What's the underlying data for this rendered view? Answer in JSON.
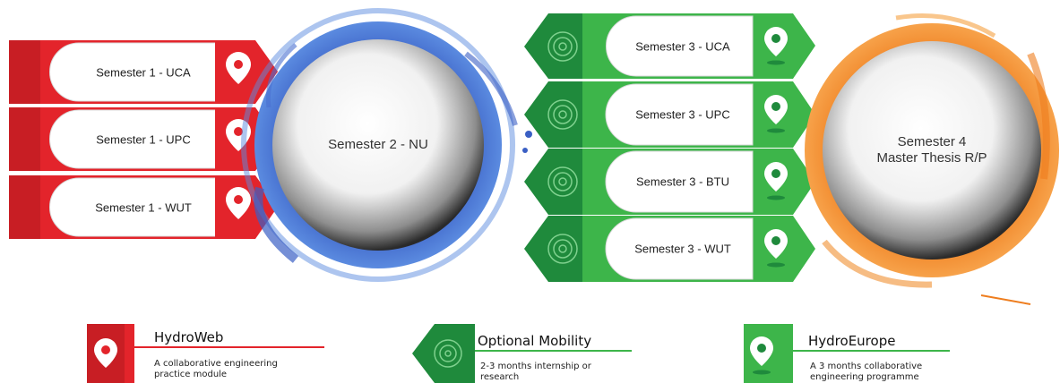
{
  "semester1": [
    {
      "label": "Semester 1 - UCA"
    },
    {
      "label": "Semester 1 - UPC"
    },
    {
      "label": "Semester 1 - WUT"
    }
  ],
  "semester2": {
    "label": "Semester 2 - NU"
  },
  "semester3": [
    {
      "label": "Semester 3 - UCA"
    },
    {
      "label": "Semester 3 - UPC"
    },
    {
      "label": "Semester 3 - BTU"
    },
    {
      "label": "Semester 3 - WUT"
    }
  ],
  "semester4": {
    "line1": "Semester 4",
    "line2": "Master Thesis R/P"
  },
  "legend": {
    "hydroweb": {
      "title": "HydroWeb",
      "line1": "A collaborative engineering",
      "line2": "practice module"
    },
    "mobility": {
      "title": "Optional Mobility",
      "line1": "2-3 months internship or",
      "line2": "research"
    },
    "hydroeurope": {
      "title": "HydroEurope",
      "line1": "A 3 months collaborative",
      "line2": "engineering programme"
    }
  },
  "colors": {
    "red": "#e3242b",
    "dark_red": "#c81e24",
    "blue": "#3a5fc4",
    "dark_green": "#1f8a3c",
    "light_green": "#3db54a",
    "orange": "#ee7d1e"
  },
  "icons": {
    "map_pin": "map-pin-icon",
    "target": "target-icon"
  }
}
